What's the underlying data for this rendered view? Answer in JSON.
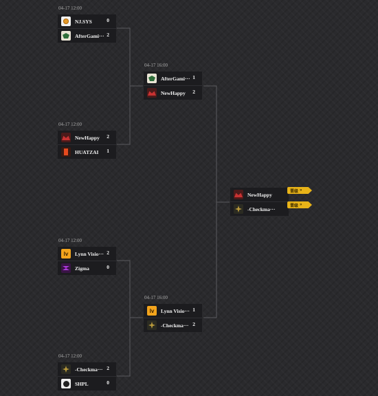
{
  "bracket": {
    "round1": [
      {
        "time": "04-17 12:00",
        "teams": [
          {
            "name": "NJ.SYS",
            "score": "0",
            "logo": "njsys-logo-icon",
            "winner": false
          },
          {
            "name": "AfterGami···",
            "score": "2",
            "logo": "aftergaming-logo-icon",
            "winner": true
          }
        ]
      },
      {
        "time": "04-17 12:00",
        "teams": [
          {
            "name": "NewHappy",
            "score": "2",
            "logo": "newhappy-logo-icon",
            "winner": true
          },
          {
            "name": "HUATZAI",
            "score": "1",
            "logo": "huatzai-logo-icon",
            "winner": false
          }
        ]
      },
      {
        "time": "04-17 12:00",
        "teams": [
          {
            "name": "Lynn Visio···",
            "score": "2",
            "logo": "lynn-vision-logo-icon",
            "winner": true
          },
          {
            "name": "Zigma",
            "score": "0",
            "logo": "zigma-logo-icon",
            "winner": false
          }
        ]
      },
      {
        "time": "04-17 12:00",
        "teams": [
          {
            "name": "-Checkma···",
            "score": "2",
            "logo": "checkmate-logo-icon",
            "winner": true
          },
          {
            "name": "SHPL",
            "score": "0",
            "logo": "shpl-logo-icon",
            "winner": false
          }
        ]
      }
    ],
    "round2": [
      {
        "time": "04-17 16:00",
        "teams": [
          {
            "name": "AfterGami···",
            "score": "1",
            "logo": "aftergaming-logo-icon",
            "winner": false
          },
          {
            "name": "NewHappy",
            "score": "2",
            "logo": "newhappy-logo-icon",
            "winner": true
          }
        ]
      },
      {
        "time": "04-17 16:00",
        "teams": [
          {
            "name": "Lynn Visio···",
            "score": "1",
            "logo": "lynn-vision-logo-icon",
            "winner": false
          },
          {
            "name": "-Checkma···",
            "score": "2",
            "logo": "checkmate-logo-icon",
            "winner": true
          }
        ]
      }
    ],
    "final": {
      "teams": [
        {
          "name": "NewHappy",
          "logo": "newhappy-logo-icon",
          "tag": "晋级"
        },
        {
          "name": "-Checkma···",
          "logo": "checkmate-logo-icon",
          "tag": "晋级"
        }
      ]
    }
  },
  "colors": {
    "background": "#2a2a2d",
    "card": "#1c1c1f",
    "connector": "#5a5a5e",
    "advance_tag": "#e8b318"
  },
  "logos": {
    "lynn_vision_text": "lv"
  }
}
